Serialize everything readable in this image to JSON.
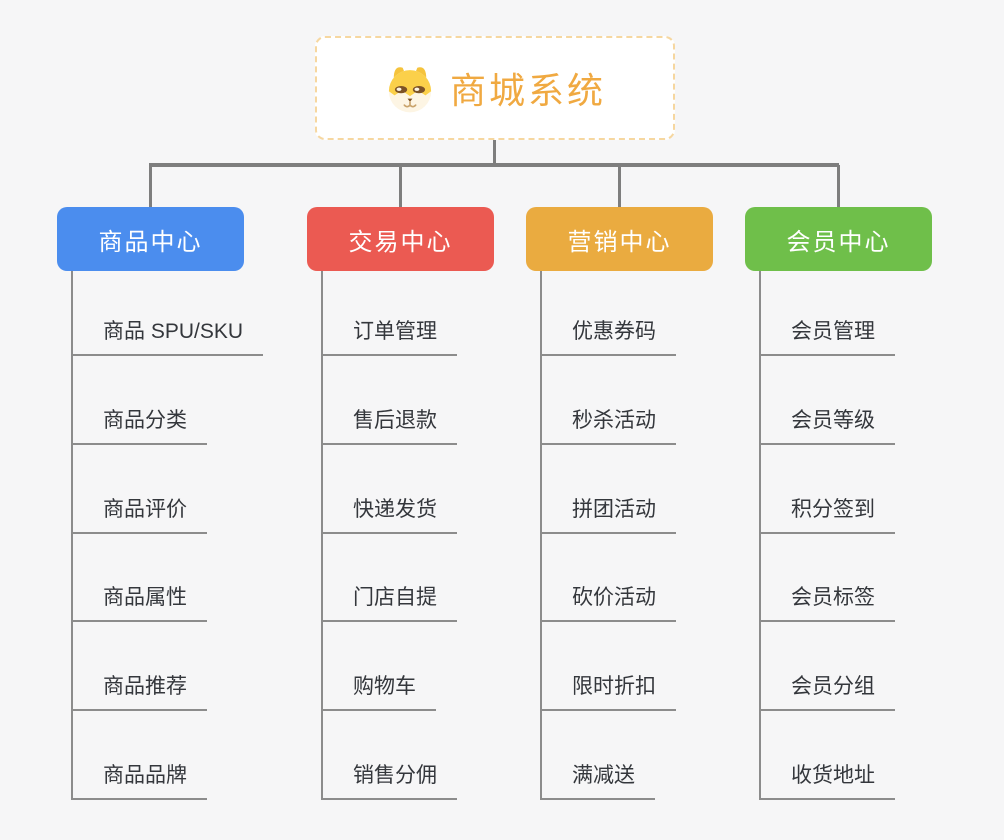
{
  "page": {
    "background_color": "#F6F6F7",
    "connector_color": "#7E7E7E",
    "underline_color": "#8C8C8C"
  },
  "root": {
    "title": "商城系统",
    "icon": "dog-face-icon",
    "text_color": "#F0A941",
    "border_color": "#F6D7A0"
  },
  "branches": [
    {
      "id": "product-center",
      "label": "商品中心",
      "color": "#4B8DEE",
      "items": [
        "商品 SPU/SKU",
        "商品分类",
        "商品评价",
        "商品属性",
        "商品推荐",
        "商品品牌"
      ]
    },
    {
      "id": "trade-center",
      "label": "交易中心",
      "color": "#EB5A52",
      "items": [
        "订单管理",
        "售后退款",
        "快递发货",
        "门店自提",
        "购物车",
        "销售分佣"
      ]
    },
    {
      "id": "marketing-center",
      "label": "营销中心",
      "color": "#EAAB40",
      "items": [
        "优惠券码",
        "秒杀活动",
        "拼团活动",
        "砍价活动",
        "限时折扣",
        "满减送"
      ]
    },
    {
      "id": "member-center",
      "label": "会员中心",
      "color": "#6FBF4A",
      "items": [
        "会员管理",
        "会员等级",
        "积分签到",
        "会员标签",
        "会员分组",
        "收货地址"
      ]
    }
  ]
}
